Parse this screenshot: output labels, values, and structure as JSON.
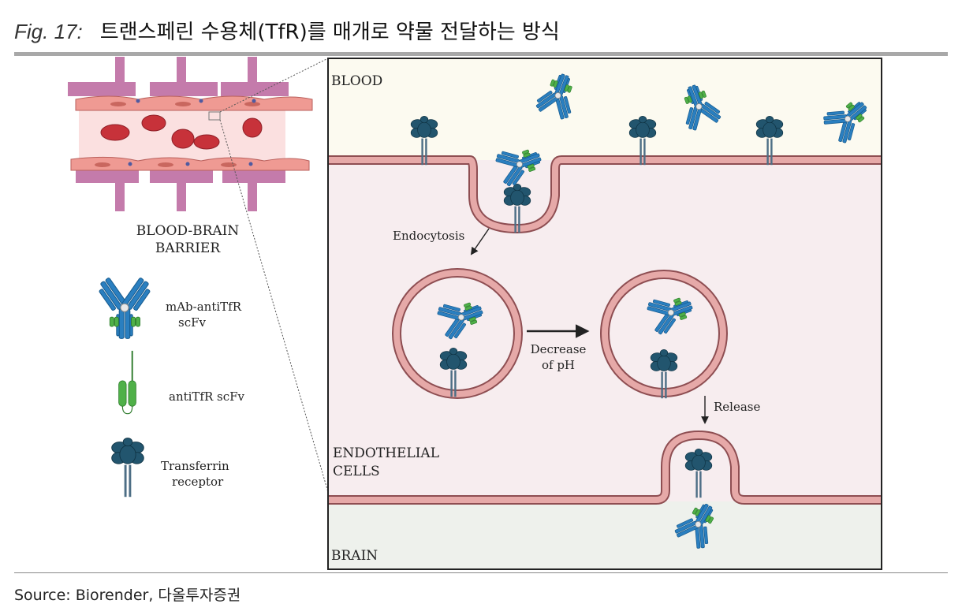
{
  "figure": {
    "number": "Fig. 17:",
    "title": "트랜스페린 수용체(TfR)를 매개로 약물 전달하는 방식"
  },
  "source": "Source: Biorender, 다올투자증권",
  "left_panel": {
    "bbb_label_line1": "BLOOD-BRAIN",
    "bbb_label_line2": "BARRIER",
    "legend": [
      {
        "line1": "mAb-antiTfR",
        "line2": "scFv"
      },
      {
        "line1": "antiTfR scFv",
        "line2": ""
      },
      {
        "line1": "Transferrin",
        "line2": "receptor"
      }
    ]
  },
  "right_panel": {
    "blood_label": "BLOOD",
    "endothelial_label_line1": "ENDOTHELIAL",
    "endothelial_label_line2": "CELLS",
    "brain_label": "BRAIN",
    "endocytosis_label": "Endocytosis",
    "decrease_label_line1": "Decrease",
    "decrease_label_line2": "of pH",
    "release_label": "Release"
  },
  "colors": {
    "blood_bg": "#fcfaf0",
    "cell_bg": "#f7edef",
    "brain_bg": "#eef1ec",
    "membrane": "#e6a9a8",
    "membrane_edge": "#8e4e52",
    "antibody": "#2a7fc0",
    "scfv": "#4fb048",
    "receptor": "#22556e",
    "column": "#c47bab",
    "rbc": "#c7323a"
  }
}
